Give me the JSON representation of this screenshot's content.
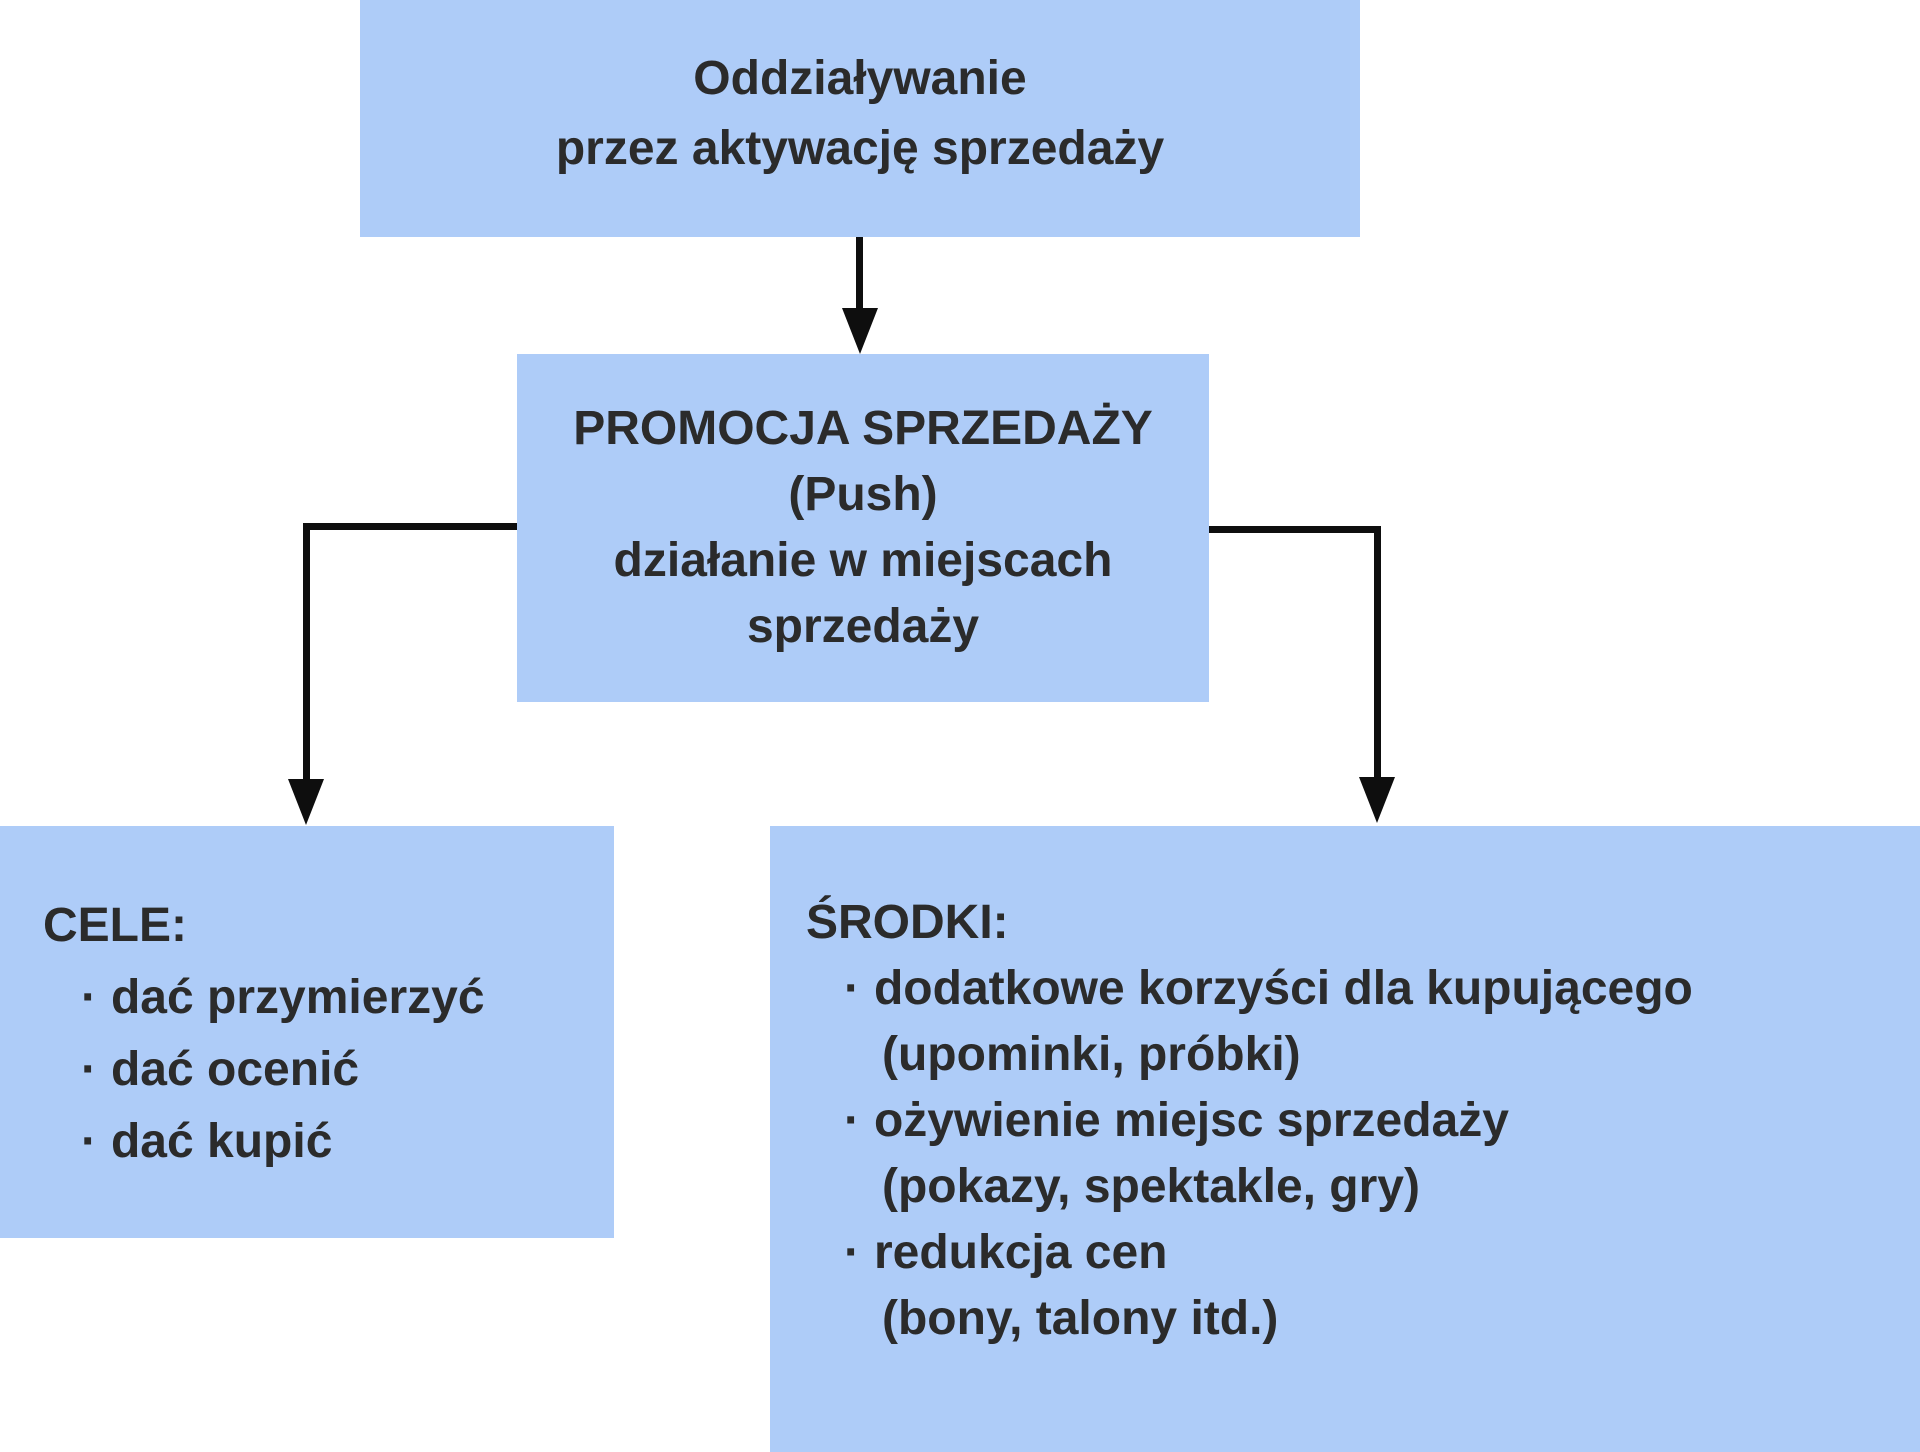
{
  "colors": {
    "box_fill": "#aeccf8",
    "text_color": "#2b2b2b",
    "line_color": "#0e0e0e"
  },
  "bullet_char": "·",
  "boxes": {
    "top": {
      "lines": [
        "Oddziaływanie",
        "przez aktywację sprzedaży"
      ]
    },
    "middle": {
      "lines": [
        "PROMOCJA SPRZEDAŻY",
        "(Push)",
        "działanie w miejscach",
        "sprzedaży"
      ]
    },
    "left": {
      "title": "CELE:",
      "items": [
        {
          "type": "bullet",
          "text": "dać przymierzyć"
        },
        {
          "type": "bullet",
          "text": "dać ocenić"
        },
        {
          "type": "bullet",
          "text": "dać kupić"
        }
      ]
    },
    "right": {
      "title": "ŚRODKI:",
      "items": [
        {
          "type": "bullet",
          "text": "dodatkowe korzyści dla kupującego"
        },
        {
          "type": "continuation",
          "text": "(upominki, próbki)"
        },
        {
          "type": "bullet",
          "text": "ożywienie miejsc sprzedaży"
        },
        {
          "type": "continuation",
          "text": "(pokazy, spektakle, gry)"
        },
        {
          "type": "bullet",
          "text": "redukcja cen"
        },
        {
          "type": "continuation",
          "text": "(bony, talony itd.)"
        }
      ]
    }
  }
}
